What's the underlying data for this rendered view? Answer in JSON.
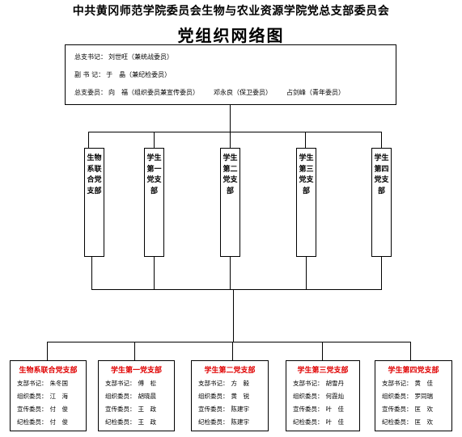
{
  "header": {
    "org_title": "中共黄冈师范学院委员会生物与农业资源学院党总支部委员会",
    "net_title": "党组织网络图"
  },
  "committee": {
    "secretary": {
      "role": "总支书记：",
      "name": "刘世旺（兼统战委员）"
    },
    "deputy": {
      "role": "副 书 记：",
      "name": "于　晶（兼纪检委员）"
    },
    "members_label": "总支委员：",
    "members": [
      "向　福（组织委员兼宣传委员）",
      "邓永良（保卫委员）",
      "占剑峰（青年委员）"
    ]
  },
  "branches": [
    {
      "label": "生物系联合党支部"
    },
    {
      "label": "学生第一党支部"
    },
    {
      "label": "学生第二党支部"
    },
    {
      "label": "学生第三党支部"
    },
    {
      "label": "学生第四党支部"
    }
  ],
  "sub_committees": [
    {
      "title": "生物系联合党支部",
      "rows": [
        {
          "role": "支部书记：",
          "name": "朱冬国"
        },
        {
          "role": "组织委员：",
          "name": "江　海"
        },
        {
          "role": "宣传委员：",
          "name": "付　俊"
        },
        {
          "role": "纪检委员：",
          "name": "付　俊"
        }
      ]
    },
    {
      "title": "学生第一党支部",
      "rows": [
        {
          "role": "支部书记：",
          "name": "傅　松"
        },
        {
          "role": "组织委员：",
          "name": "胡晓晨"
        },
        {
          "role": "宣传委员：",
          "name": "王　政"
        },
        {
          "role": "纪检委员：",
          "name": "王　政"
        }
      ]
    },
    {
      "title": "学生第二党支部",
      "rows": [
        {
          "role": "支部书记：",
          "name": "方　毅"
        },
        {
          "role": "组织委员：",
          "name": "黄　锐"
        },
        {
          "role": "宣传委员：",
          "name": "陈建宇"
        },
        {
          "role": "纪检委员：",
          "name": "陈建宇"
        }
      ]
    },
    {
      "title": "学生第三党支部",
      "rows": [
        {
          "role": "支部书记：",
          "name": "胡雪丹"
        },
        {
          "role": "组织委员：",
          "name": "何霞灿"
        },
        {
          "role": "宣传委员：",
          "name": "叶　佳"
        },
        {
          "role": "纪检委员：",
          "name": "叶　佳"
        }
      ]
    },
    {
      "title": "学生第四党支部",
      "rows": [
        {
          "role": "支部书记：",
          "name": "黄　佳"
        },
        {
          "role": "组织委员：",
          "name": "罗同瑞"
        },
        {
          "role": "宣传委员：",
          "name": "匡　欢"
        },
        {
          "role": "纪检委员：",
          "name": "匡　欢"
        }
      ]
    }
  ]
}
